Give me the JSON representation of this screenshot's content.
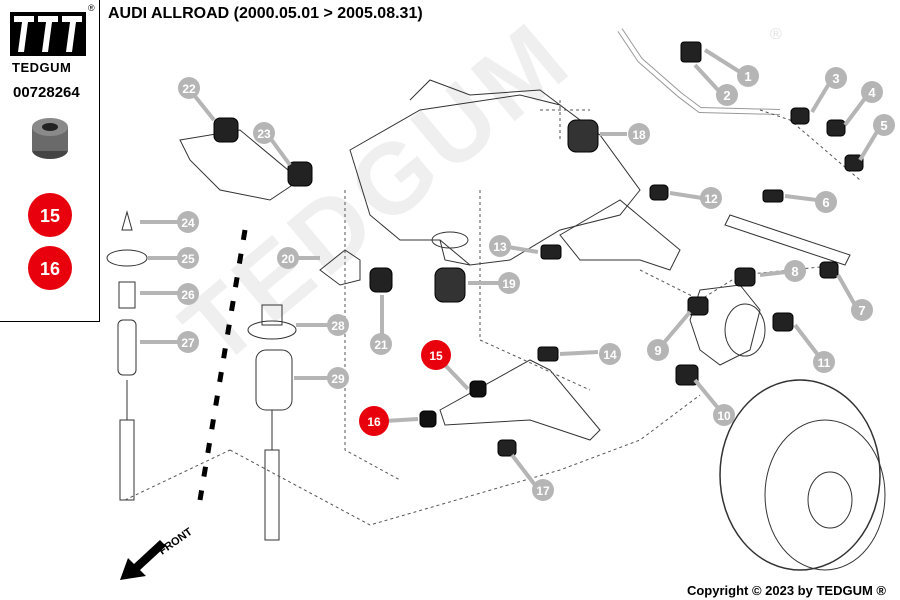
{
  "brand": {
    "logo_text": "TEDGUM",
    "registered_mark": "®",
    "part_number": "00728264"
  },
  "title": "AUDI ALLROAD (2000.05.01 > 2005.08.31)",
  "highlighted_positions": [
    "15",
    "16"
  ],
  "front_label": "FRONT",
  "watermark": "TEDGUM",
  "copyright": "Copyright © 2023 by TEDGUM ®",
  "callouts": [
    "1",
    "2",
    "3",
    "4",
    "5",
    "6",
    "7",
    "8",
    "9",
    "10",
    "11",
    "12",
    "13",
    "14",
    "15",
    "16",
    "17",
    "18",
    "19",
    "20",
    "21",
    "22",
    "23",
    "24",
    "25",
    "26",
    "27",
    "28",
    "29"
  ],
  "colors": {
    "callout_gray": "#b5b5b5",
    "highlight_red": "#e8000d",
    "line": "#333333"
  }
}
